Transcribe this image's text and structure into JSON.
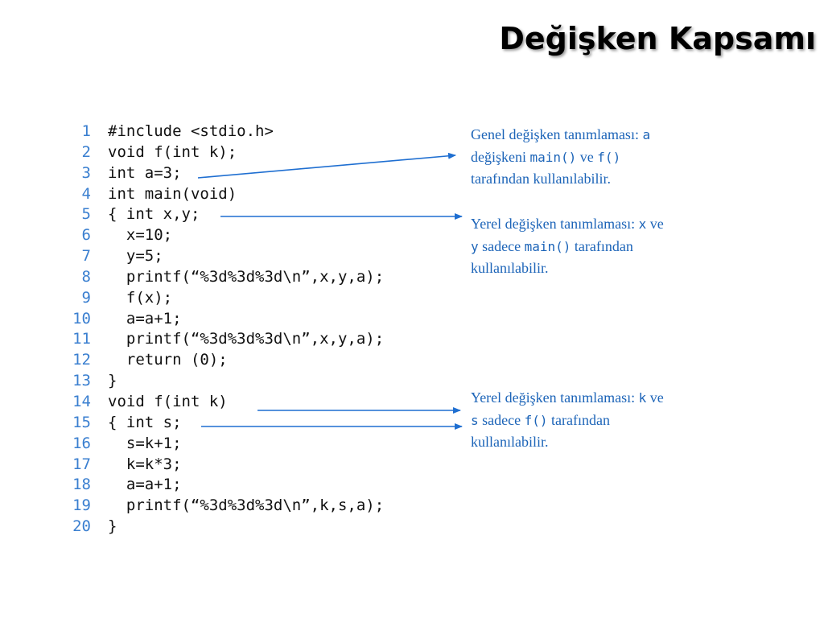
{
  "slide": {
    "title": "Değişken Kapsamı"
  },
  "code": {
    "lines": [
      {
        "no": "1",
        "text": "#include <stdio.h>"
      },
      {
        "no": "2",
        "text": "void f(int k);"
      },
      {
        "no": "3",
        "text": "int a=3;"
      },
      {
        "no": "4",
        "text": "int main(void)"
      },
      {
        "no": "5",
        "text": "{ int x,y;"
      },
      {
        "no": "6",
        "text": "  x=10;"
      },
      {
        "no": "7",
        "text": "  y=5;"
      },
      {
        "no": "8",
        "text": "  printf(“%3d%3d%3d\\n”,x,y,a);"
      },
      {
        "no": "9",
        "text": "  f(x);"
      },
      {
        "no": "10",
        "text": "  a=a+1;"
      },
      {
        "no": "11",
        "text": "  printf(“%3d%3d%3d\\n”,x,y,a);"
      },
      {
        "no": "12",
        "text": "  return (0);"
      },
      {
        "no": "13",
        "text": "}"
      },
      {
        "no": "14",
        "text": "void f(int k)"
      },
      {
        "no": "15",
        "text": "{ int s;"
      },
      {
        "no": "16",
        "text": "  s=k+1;"
      },
      {
        "no": "17",
        "text": "  k=k*3;"
      },
      {
        "no": "18",
        "text": "  a=a+1;"
      },
      {
        "no": "19",
        "text": "  printf(“%3d%3d%3d\\n”,k,s,a);"
      },
      {
        "no": "20",
        "text": "}"
      }
    ]
  },
  "annotations": {
    "global_var": {
      "t1": "Genel değişken tanımlaması: ",
      "c1": "a",
      "t2": "değişkeni ",
      "c2": "main()",
      "t3": " ve ",
      "c3": "f()",
      "t4": "tarafından kullanılabilir."
    },
    "local_main": {
      "t1": "Yerel değişken tanımlaması: ",
      "c1": "x",
      "t2": " ve",
      "c2": "y",
      "t3": " sadece ",
      "c3": "main()",
      "t4": " tarafından",
      "t5": "kullanılabilir."
    },
    "local_f": {
      "t1": "Yerel değişken tanımlaması: ",
      "c1": "k",
      "t2": " ve",
      "c2": "s",
      "t3": " sadece ",
      "c3": "f()",
      "t4": " tarafından",
      "t5": "kullanılabilir."
    }
  },
  "colors": {
    "line_numbers": "#3a7fd0",
    "annotation_text": "#1c64b8",
    "arrow": "#1f6fd1"
  }
}
